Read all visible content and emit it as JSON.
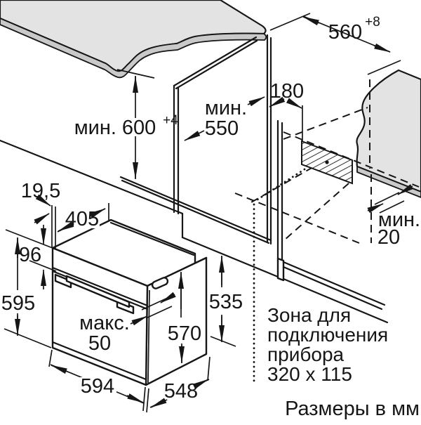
{
  "diagram": {
    "dims": {
      "niche_width": {
        "value": "560",
        "tolerance": "+8"
      },
      "niche_height": {
        "prefix": "мин.",
        "value": "600",
        "tolerance": "+4"
      },
      "zone_offset": {
        "value": "180"
      },
      "niche_depth": {
        "prefix": "мин.",
        "value": "550"
      },
      "panel_thickness": {
        "value": "19,5"
      },
      "top_depth": {
        "value": "405"
      },
      "panel_height": {
        "value": "96"
      },
      "front_height": {
        "value": "595"
      },
      "door_protrusion": {
        "prefix": "макс.",
        "value": "50"
      },
      "body_height": {
        "value": "570"
      },
      "rear_height": {
        "value": "535"
      },
      "front_width": {
        "value": "594"
      },
      "body_depth": {
        "value": "548"
      },
      "rear_gap": {
        "prefix": "мин.",
        "value": "20"
      }
    },
    "zone_note": [
      "Зона для",
      "подключения",
      "прибора",
      "320 x 115"
    ],
    "units_note": "Размеры в мм",
    "colors": {
      "surface": "#e3e3e3",
      "edge": "#c9c9c9",
      "line": "#161616",
      "background": "#ffffff"
    }
  }
}
